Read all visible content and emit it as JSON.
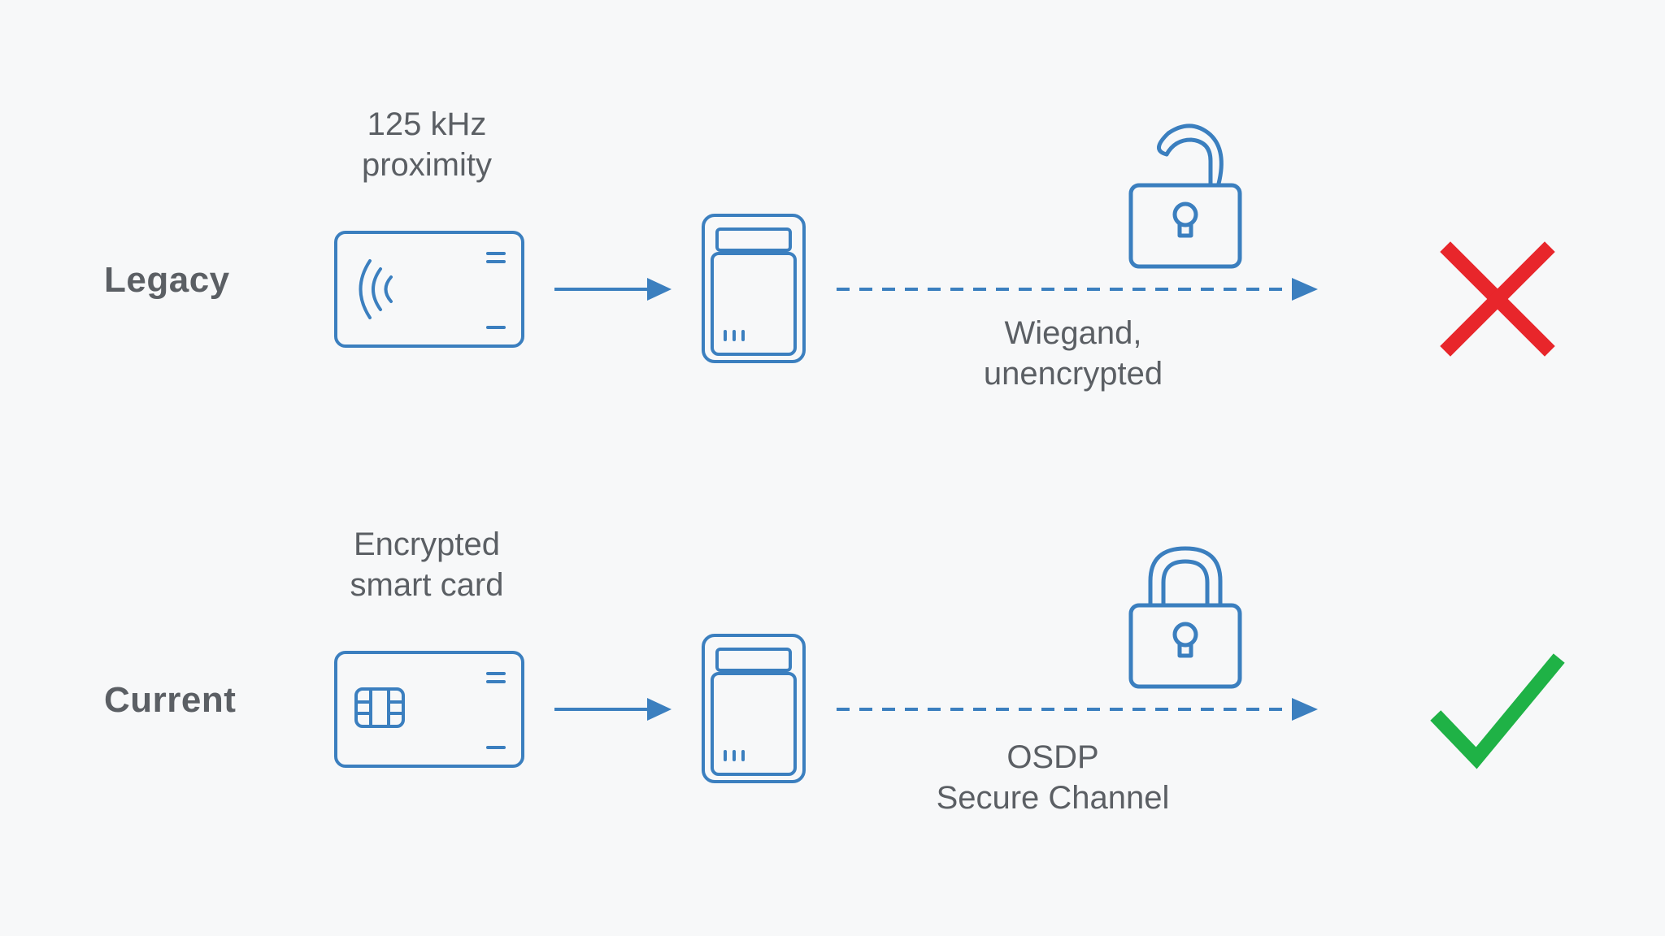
{
  "rows": [
    {
      "label": "Legacy",
      "card_caption_line1": "125 kHz",
      "card_caption_line2": "proximity",
      "link_caption_line1": "Wiegand,",
      "link_caption_line2": "unencrypted",
      "card_icon": "proximity-card-icon",
      "lock_icon": "unlocked-padlock-icon",
      "status_icon": "red-x-icon",
      "status_color": "#e8262b"
    },
    {
      "label": "Current",
      "card_caption_line1": "Encrypted",
      "card_caption_line2": "smart card",
      "link_caption_line1": "OSDP",
      "link_caption_line2": "Secure Channel",
      "card_icon": "smart-card-chip-icon",
      "lock_icon": "locked-padlock-icon",
      "status_icon": "green-checkmark-icon",
      "status_color": "#1fb246"
    }
  ],
  "colors": {
    "icon_stroke": "#3b7fbf",
    "text": "#5b5f64",
    "background": "#f7f8f9"
  }
}
